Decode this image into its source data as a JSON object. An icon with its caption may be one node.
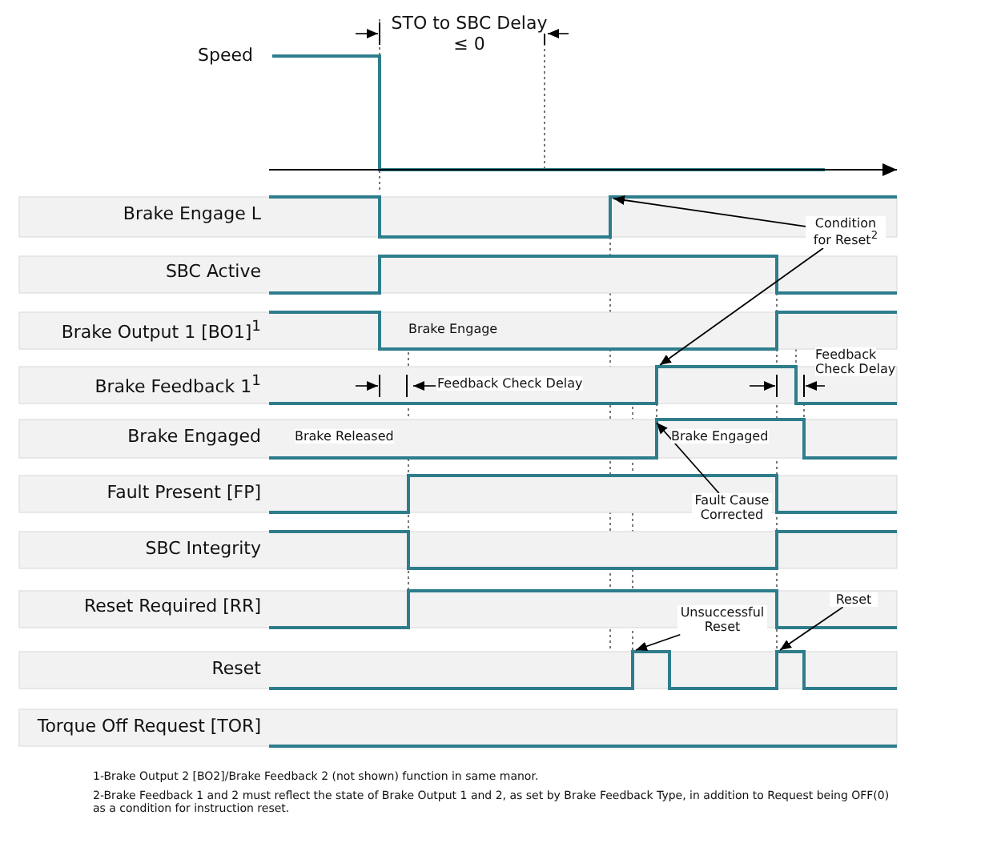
{
  "diagram": {
    "nodes": [
      {
        "text": [
          "Condition for Reset$^{2}$"
        ]
      },
      {
        "text": [
          "Fault Cause Corrected"
        ]
      },
      {
        "text": [
          "Unsuccessful Reset"
        ]
      },
      {
        "text": [
          "Reset"
        ]
      },
      {
        "text": [],
        "shape": "waveform"
      },
      {
        "text": [],
        "shape": "waveform"
      },
      {
        "text": [],
        "shape": "waveform"
      },
      {
        "text": [],
        "shape": "waveform"
      }
    ],
    "edges": [
      {
        "from": 0,
        "to": 4,
        "arrow": "to"
      },
      {
        "from": 0,
        "to": 5,
        "arrow": "to"
      },
      {
        "from": 1,
        "to": 6,
        "arrow": "to"
      },
      {
        "from": 2,
        "to": 7,
        "arrow": "to"
      },
      {
        "from": 3,
        "to": 7,
        "arrow": "to"
      }
    ],
    "labels": [
      "STO to SBC Delay ≤ 0",
      "Speed",
      "Brake Engage L",
      "SBC Active",
      "Brake Output 1 [BO1]$^{1}$",
      "Brake Engage",
      "Brake Feedback 1$^{1}$",
      "Feedback Check Delay",
      "Feedback Check Delay",
      "Brake Engaged",
      "Brake Released",
      "Brake Engaged",
      "Fault Present [FP]",
      "SBC Integrity",
      "Reset Required [RR]",
      "Reset",
      "Torque Off Request [TOR]",
      "1-Brake Output 2 [BO2]/Brake Feedback 2 (not shown) function in same manor.",
      "2-Brake Feedback 1 and 2 must reflect the state of Brake Output 1 and 2, as set by Brake Feedback Type, in addition to Request being OFF(0) as a condition for instruction reset."
    ]
  }
}
